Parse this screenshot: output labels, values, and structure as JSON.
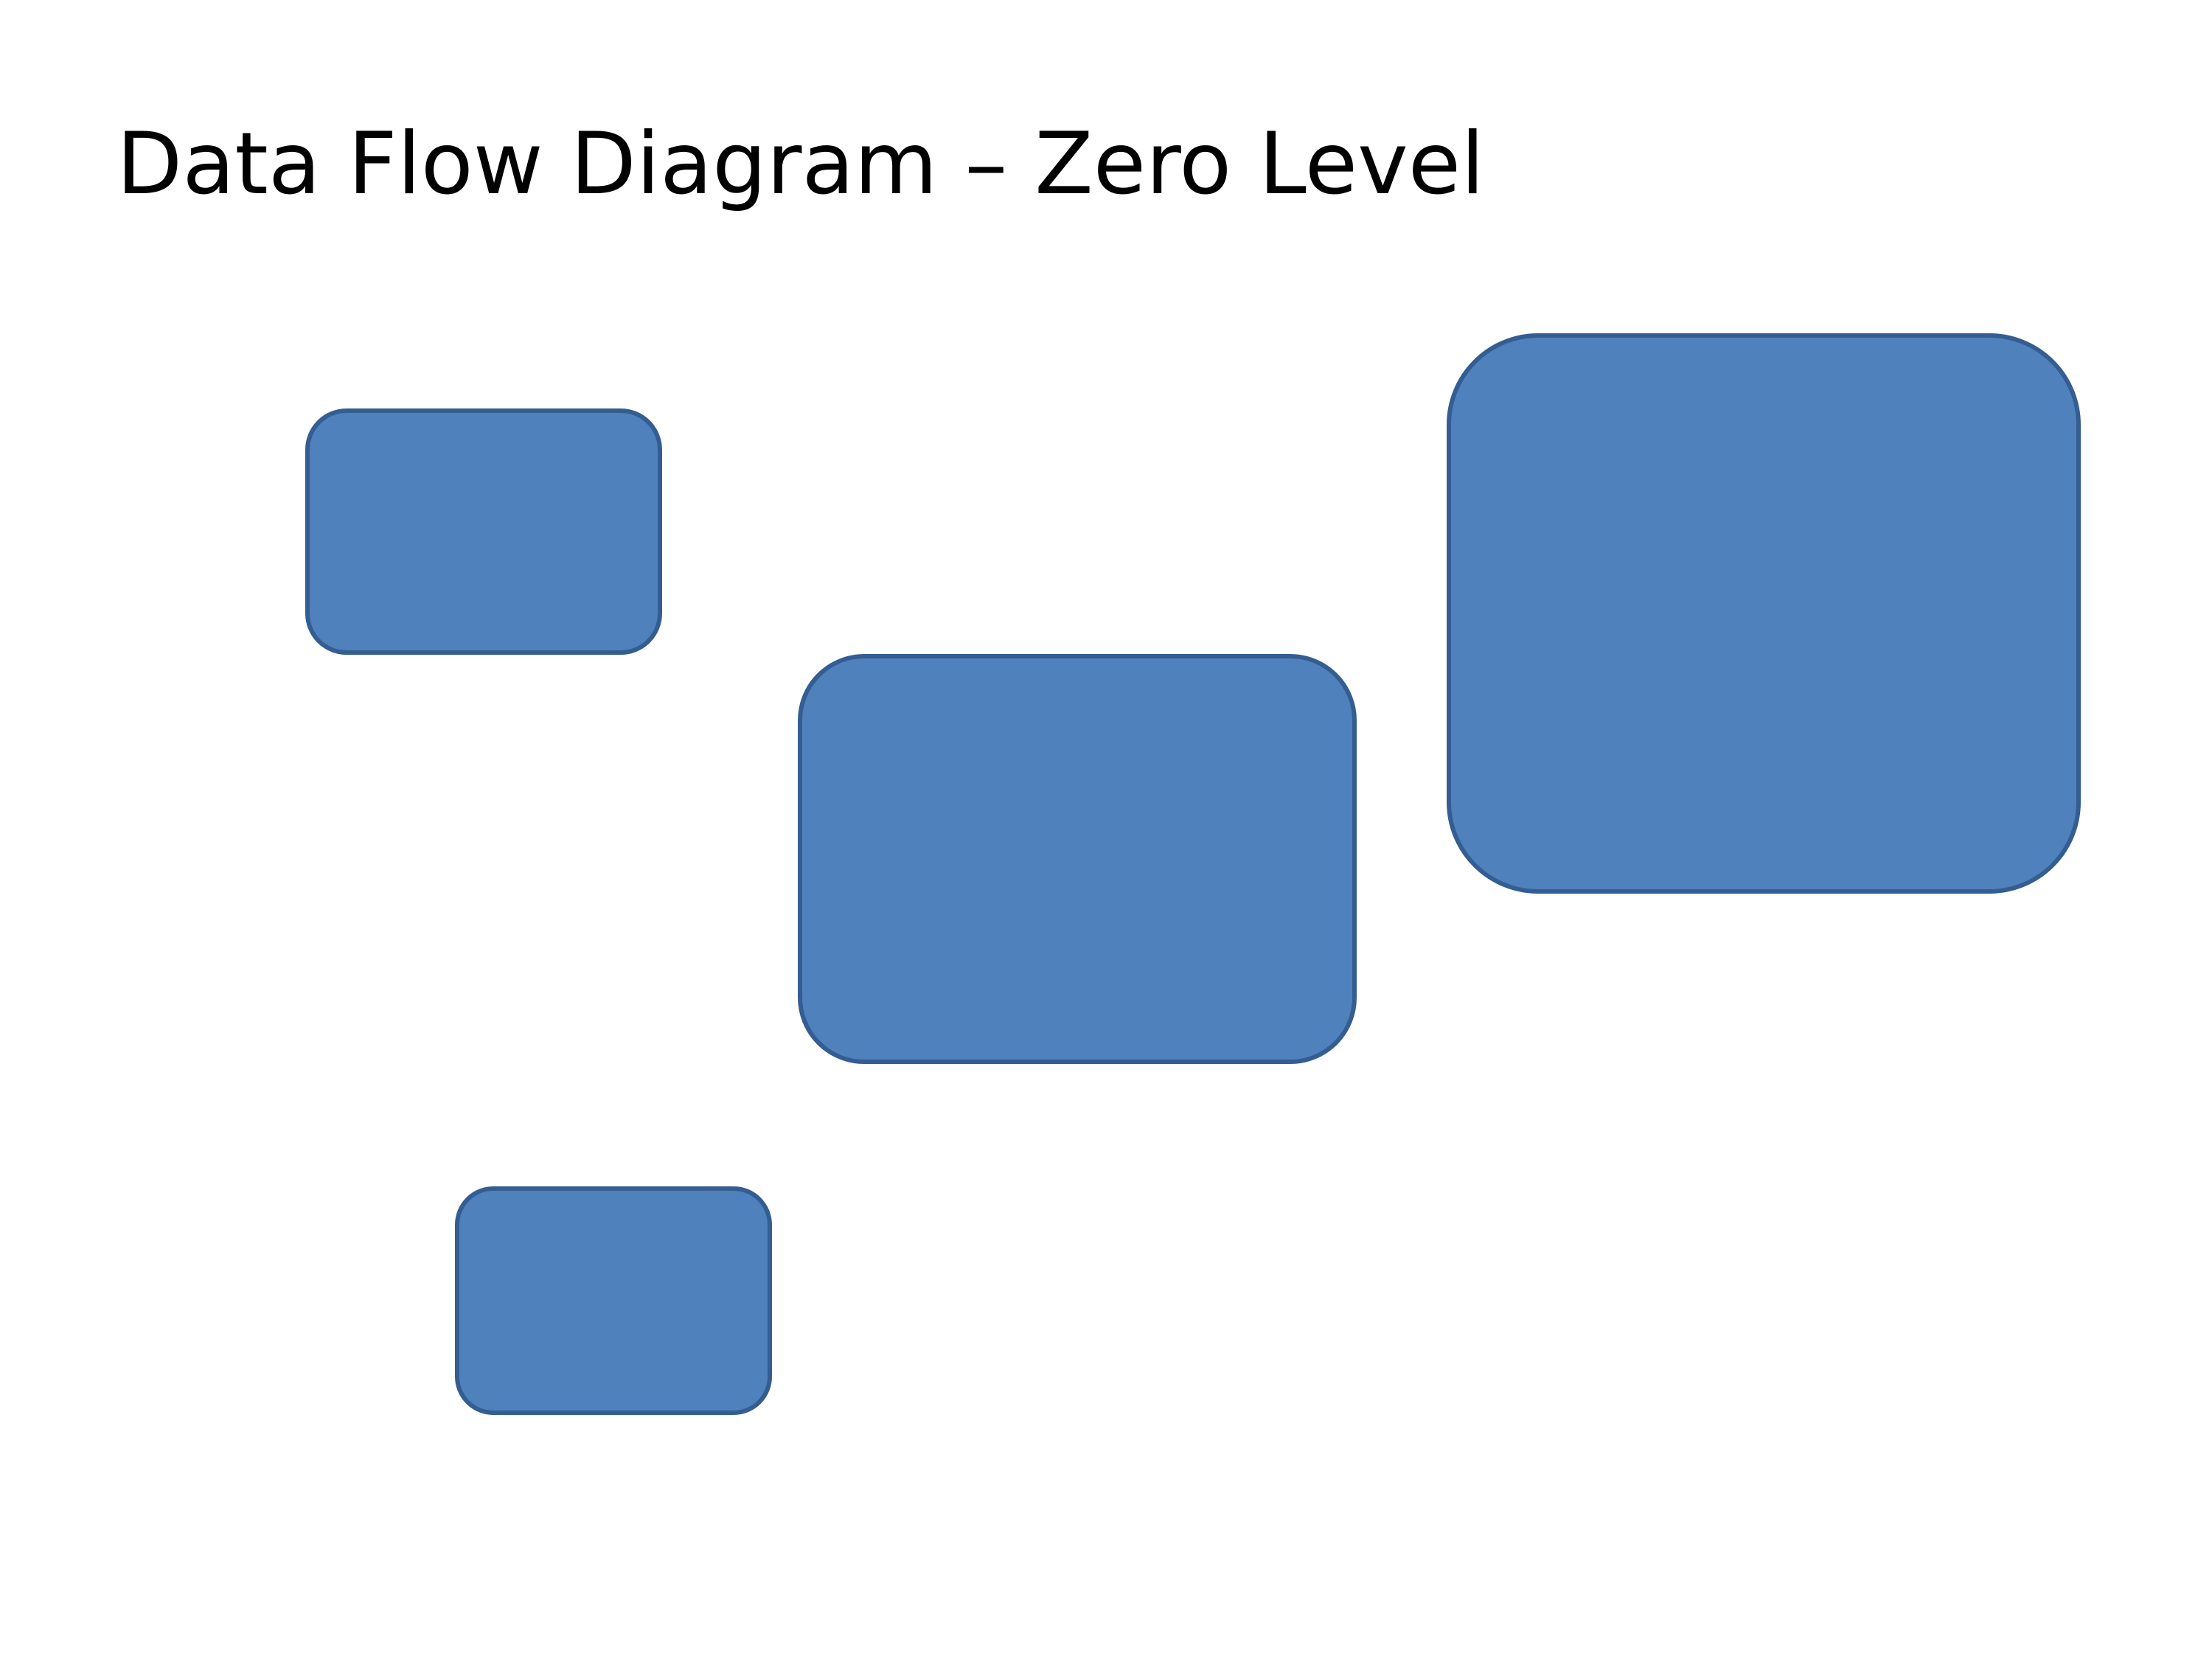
{
  "page": {
    "title": "Data Flow Diagram – Zero Level"
  },
  "shapes": [
    {
      "id": "shape-1",
      "kind": "rounded-rectangle",
      "label": "",
      "fill": "#4f81bd",
      "stroke": "#345d91"
    },
    {
      "id": "shape-2",
      "kind": "rounded-rectangle",
      "label": "",
      "fill": "#4f81bd",
      "stroke": "#345d91"
    },
    {
      "id": "shape-3",
      "kind": "rounded-rectangle",
      "label": "",
      "fill": "#4f81bd",
      "stroke": "#345d91"
    },
    {
      "id": "shape-4",
      "kind": "rounded-rectangle",
      "label": "",
      "fill": "#4f81bd",
      "stroke": "#345d91"
    }
  ],
  "colors": {
    "background": "#ffffff",
    "text": "#000000",
    "shape_fill": "#4f81bd",
    "shape_stroke": "#345d91"
  }
}
